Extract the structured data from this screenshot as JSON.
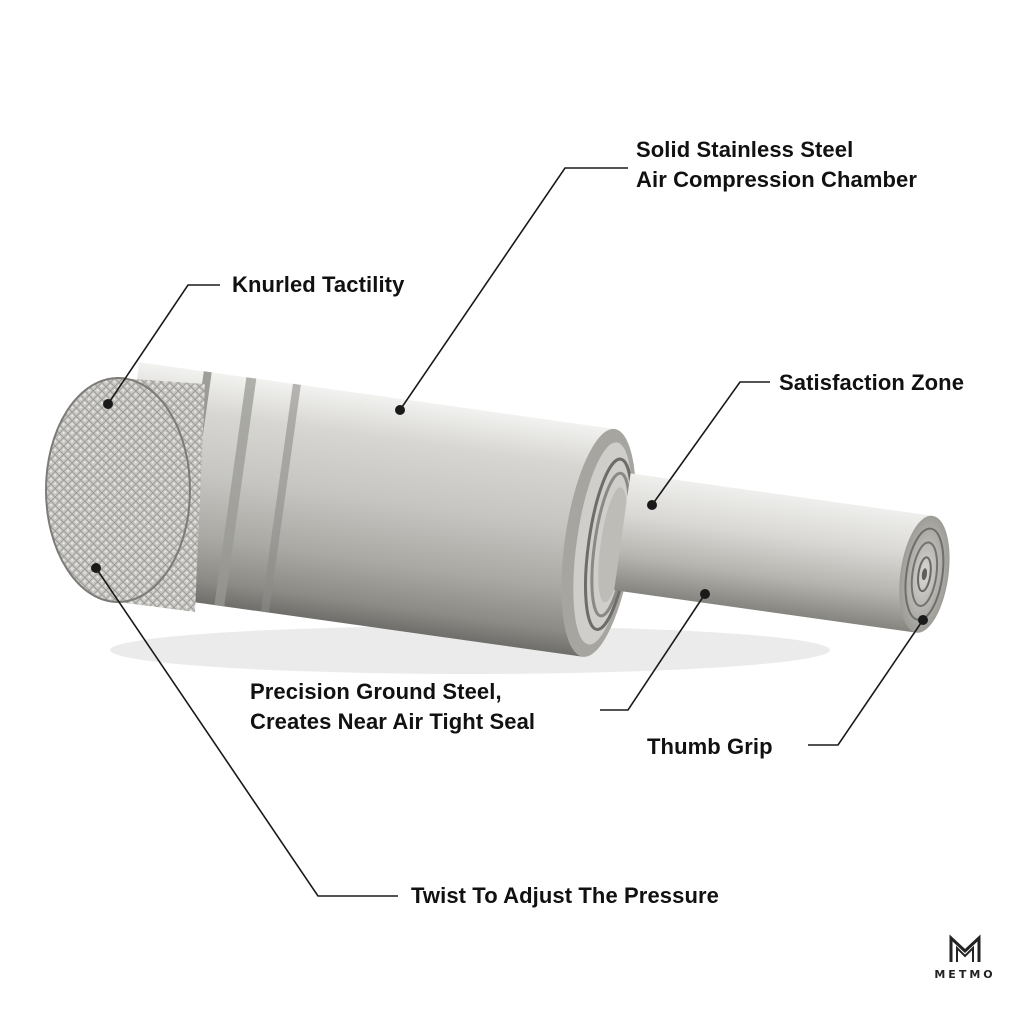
{
  "annotations": {
    "chamber": {
      "line1": "Solid Stainless Steel",
      "line2": "Air Compression Chamber"
    },
    "knurl": {
      "text": "Knurled Tactility"
    },
    "satisfaction": {
      "text": "Satisfaction Zone"
    },
    "precision": {
      "line1": "Precision Ground Steel,",
      "line2": "Creates Near Air Tight Seal"
    },
    "thumb": {
      "text": "Thumb Grip"
    },
    "twist": {
      "text": "Twist To Adjust The Pressure"
    }
  },
  "brand": {
    "name": "METMO"
  },
  "colors": {
    "text": "#111111",
    "leader_line": "#1a1a1a",
    "steel_light": "#e6e6e4",
    "steel_mid": "#b9b8b4",
    "steel_dark": "#7d7c78",
    "background": "#ffffff"
  }
}
